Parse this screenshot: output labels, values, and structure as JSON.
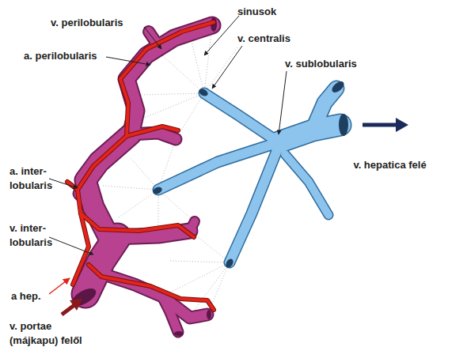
{
  "diagram": {
    "labels": [
      "v. perilobularis",
      "a. perilobularis",
      "sinusok",
      "v. centralis",
      "v. sublobularis",
      "v. hepatica felé",
      "a. inter- lobularis",
      "v. inter- lobularis",
      "a hep.",
      "v. portae (májkapu) felől"
    ]
  }
}
